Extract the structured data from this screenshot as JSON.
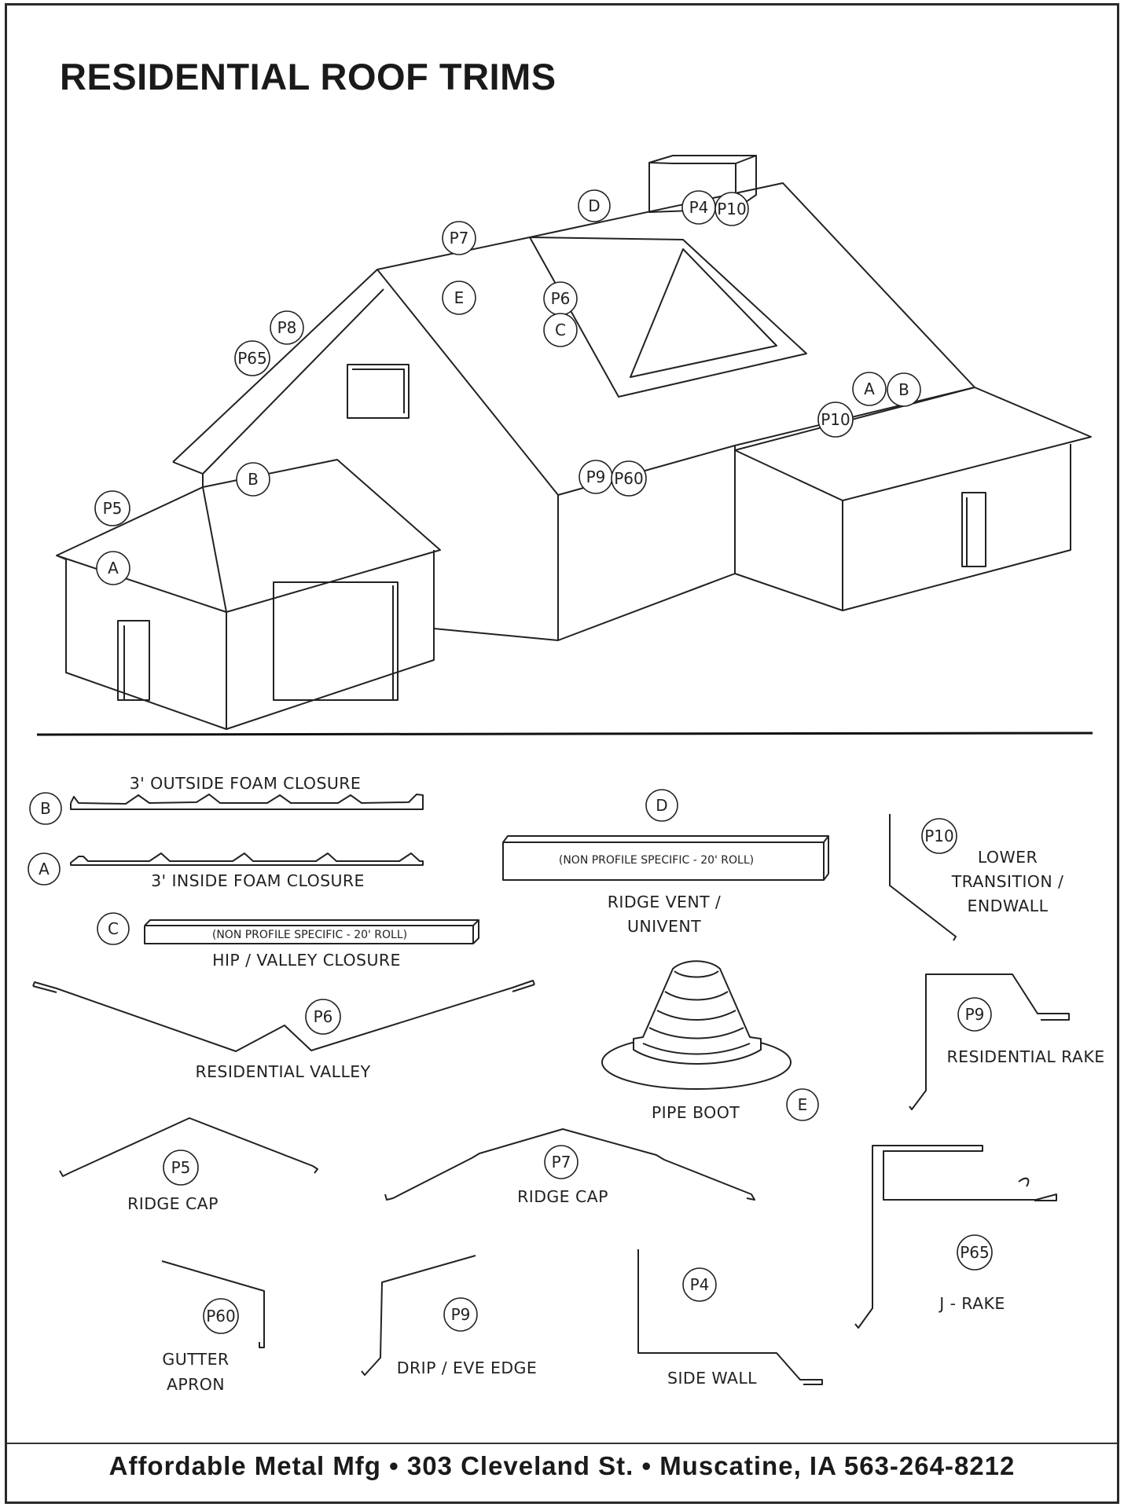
{
  "title": "RESIDENTIAL ROOF TRIMS",
  "footer": "Affordable Metal Mfg •  303 Cleveland St. • Muscatine, IA 563-264-8212",
  "house_callouts": [
    {
      "id": "h-d",
      "text": "D"
    },
    {
      "id": "h-p4",
      "text": "P4"
    },
    {
      "id": "h-p10a",
      "text": "P10"
    },
    {
      "id": "h-p7",
      "text": "P7"
    },
    {
      "id": "h-e",
      "text": "E"
    },
    {
      "id": "h-p6",
      "text": "P6"
    },
    {
      "id": "h-c",
      "text": "C"
    },
    {
      "id": "h-p8",
      "text": "P8"
    },
    {
      "id": "h-p65",
      "text": "P65"
    },
    {
      "id": "h-a2",
      "text": "A"
    },
    {
      "id": "h-b2",
      "text": "B"
    },
    {
      "id": "h-p10b",
      "text": "P10"
    },
    {
      "id": "h-p9",
      "text": "P9"
    },
    {
      "id": "h-p60",
      "text": "P60"
    },
    {
      "id": "h-b1",
      "text": "B"
    },
    {
      "id": "h-p5",
      "text": "P5"
    },
    {
      "id": "h-a1",
      "text": "A"
    }
  ],
  "parts": {
    "b": {
      "callout": "B",
      "label": "3' OUTSIDE FOAM CLOSURE"
    },
    "a": {
      "callout": "A",
      "label": "3' INSIDE FOAM CLOSURE"
    },
    "c": {
      "callout": "C",
      "label": "HIP / VALLEY CLOSURE",
      "note": "(NON PROFILE SPECIFIC - 20' ROLL)"
    },
    "d": {
      "callout": "D",
      "label_line1": "RIDGE VENT /",
      "label_line2": "UNIVENT",
      "note": "(NON PROFILE SPECIFIC - 20' ROLL)"
    },
    "p10": {
      "callout": "P10",
      "label_line1": "LOWER",
      "label_line2": "TRANSITION /",
      "label_line3": "ENDWALL"
    },
    "p6": {
      "callout": "P6",
      "label": "RESIDENTIAL VALLEY"
    },
    "e": {
      "callout": "E",
      "label": "PIPE BOOT"
    },
    "p9_rake": {
      "callout": "P9",
      "label": "RESIDENTIAL RAKE"
    },
    "p5": {
      "callout": "P5",
      "label": "RIDGE CAP"
    },
    "p7": {
      "callout": "P7",
      "label": "RIDGE CAP"
    },
    "p65": {
      "callout": "P65",
      "label": "J - RAKE"
    },
    "p60": {
      "callout": "P60",
      "label_line1": "GUTTER",
      "label_line2": "APRON"
    },
    "p9_drip": {
      "callout": "P9",
      "label": "DRIP / EVE EDGE"
    },
    "p4": {
      "callout": "P4",
      "label": "SIDE WALL"
    }
  }
}
